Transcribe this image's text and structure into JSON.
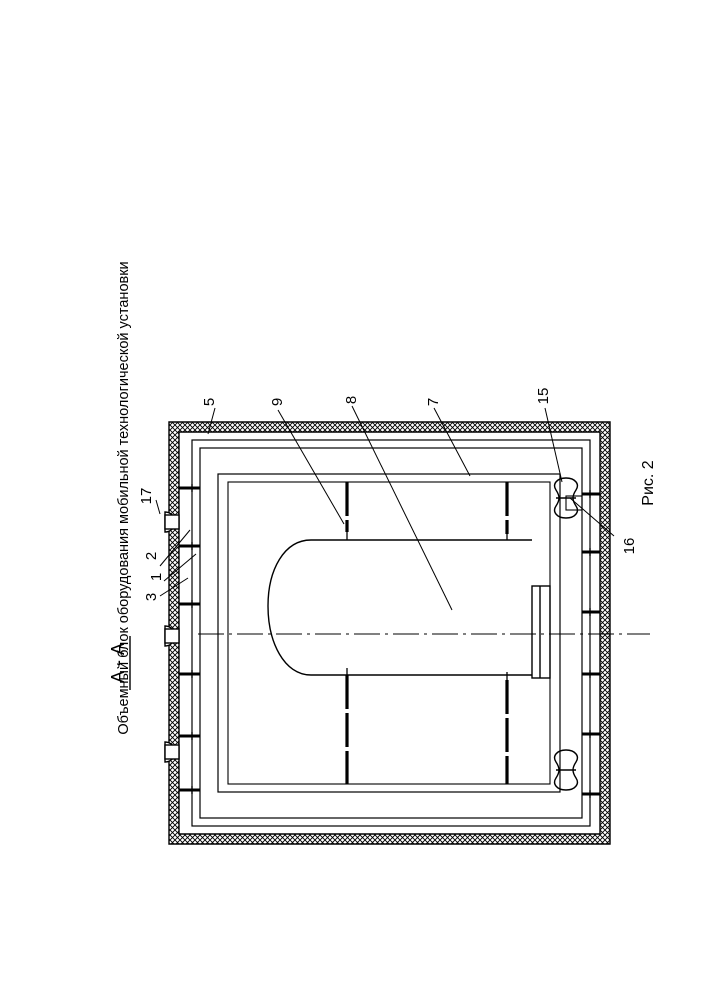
{
  "title": "Объемный блок оборудования мобильной технологической установки",
  "section_label": "А - А",
  "figure_caption": "Рис. 2",
  "callouts": {
    "c1": "1",
    "c2": "2",
    "c3": "3",
    "c5": "5",
    "c7": "7",
    "c8": "8",
    "c9": "9",
    "c15": "15",
    "c16": "16",
    "c17": "17"
  }
}
